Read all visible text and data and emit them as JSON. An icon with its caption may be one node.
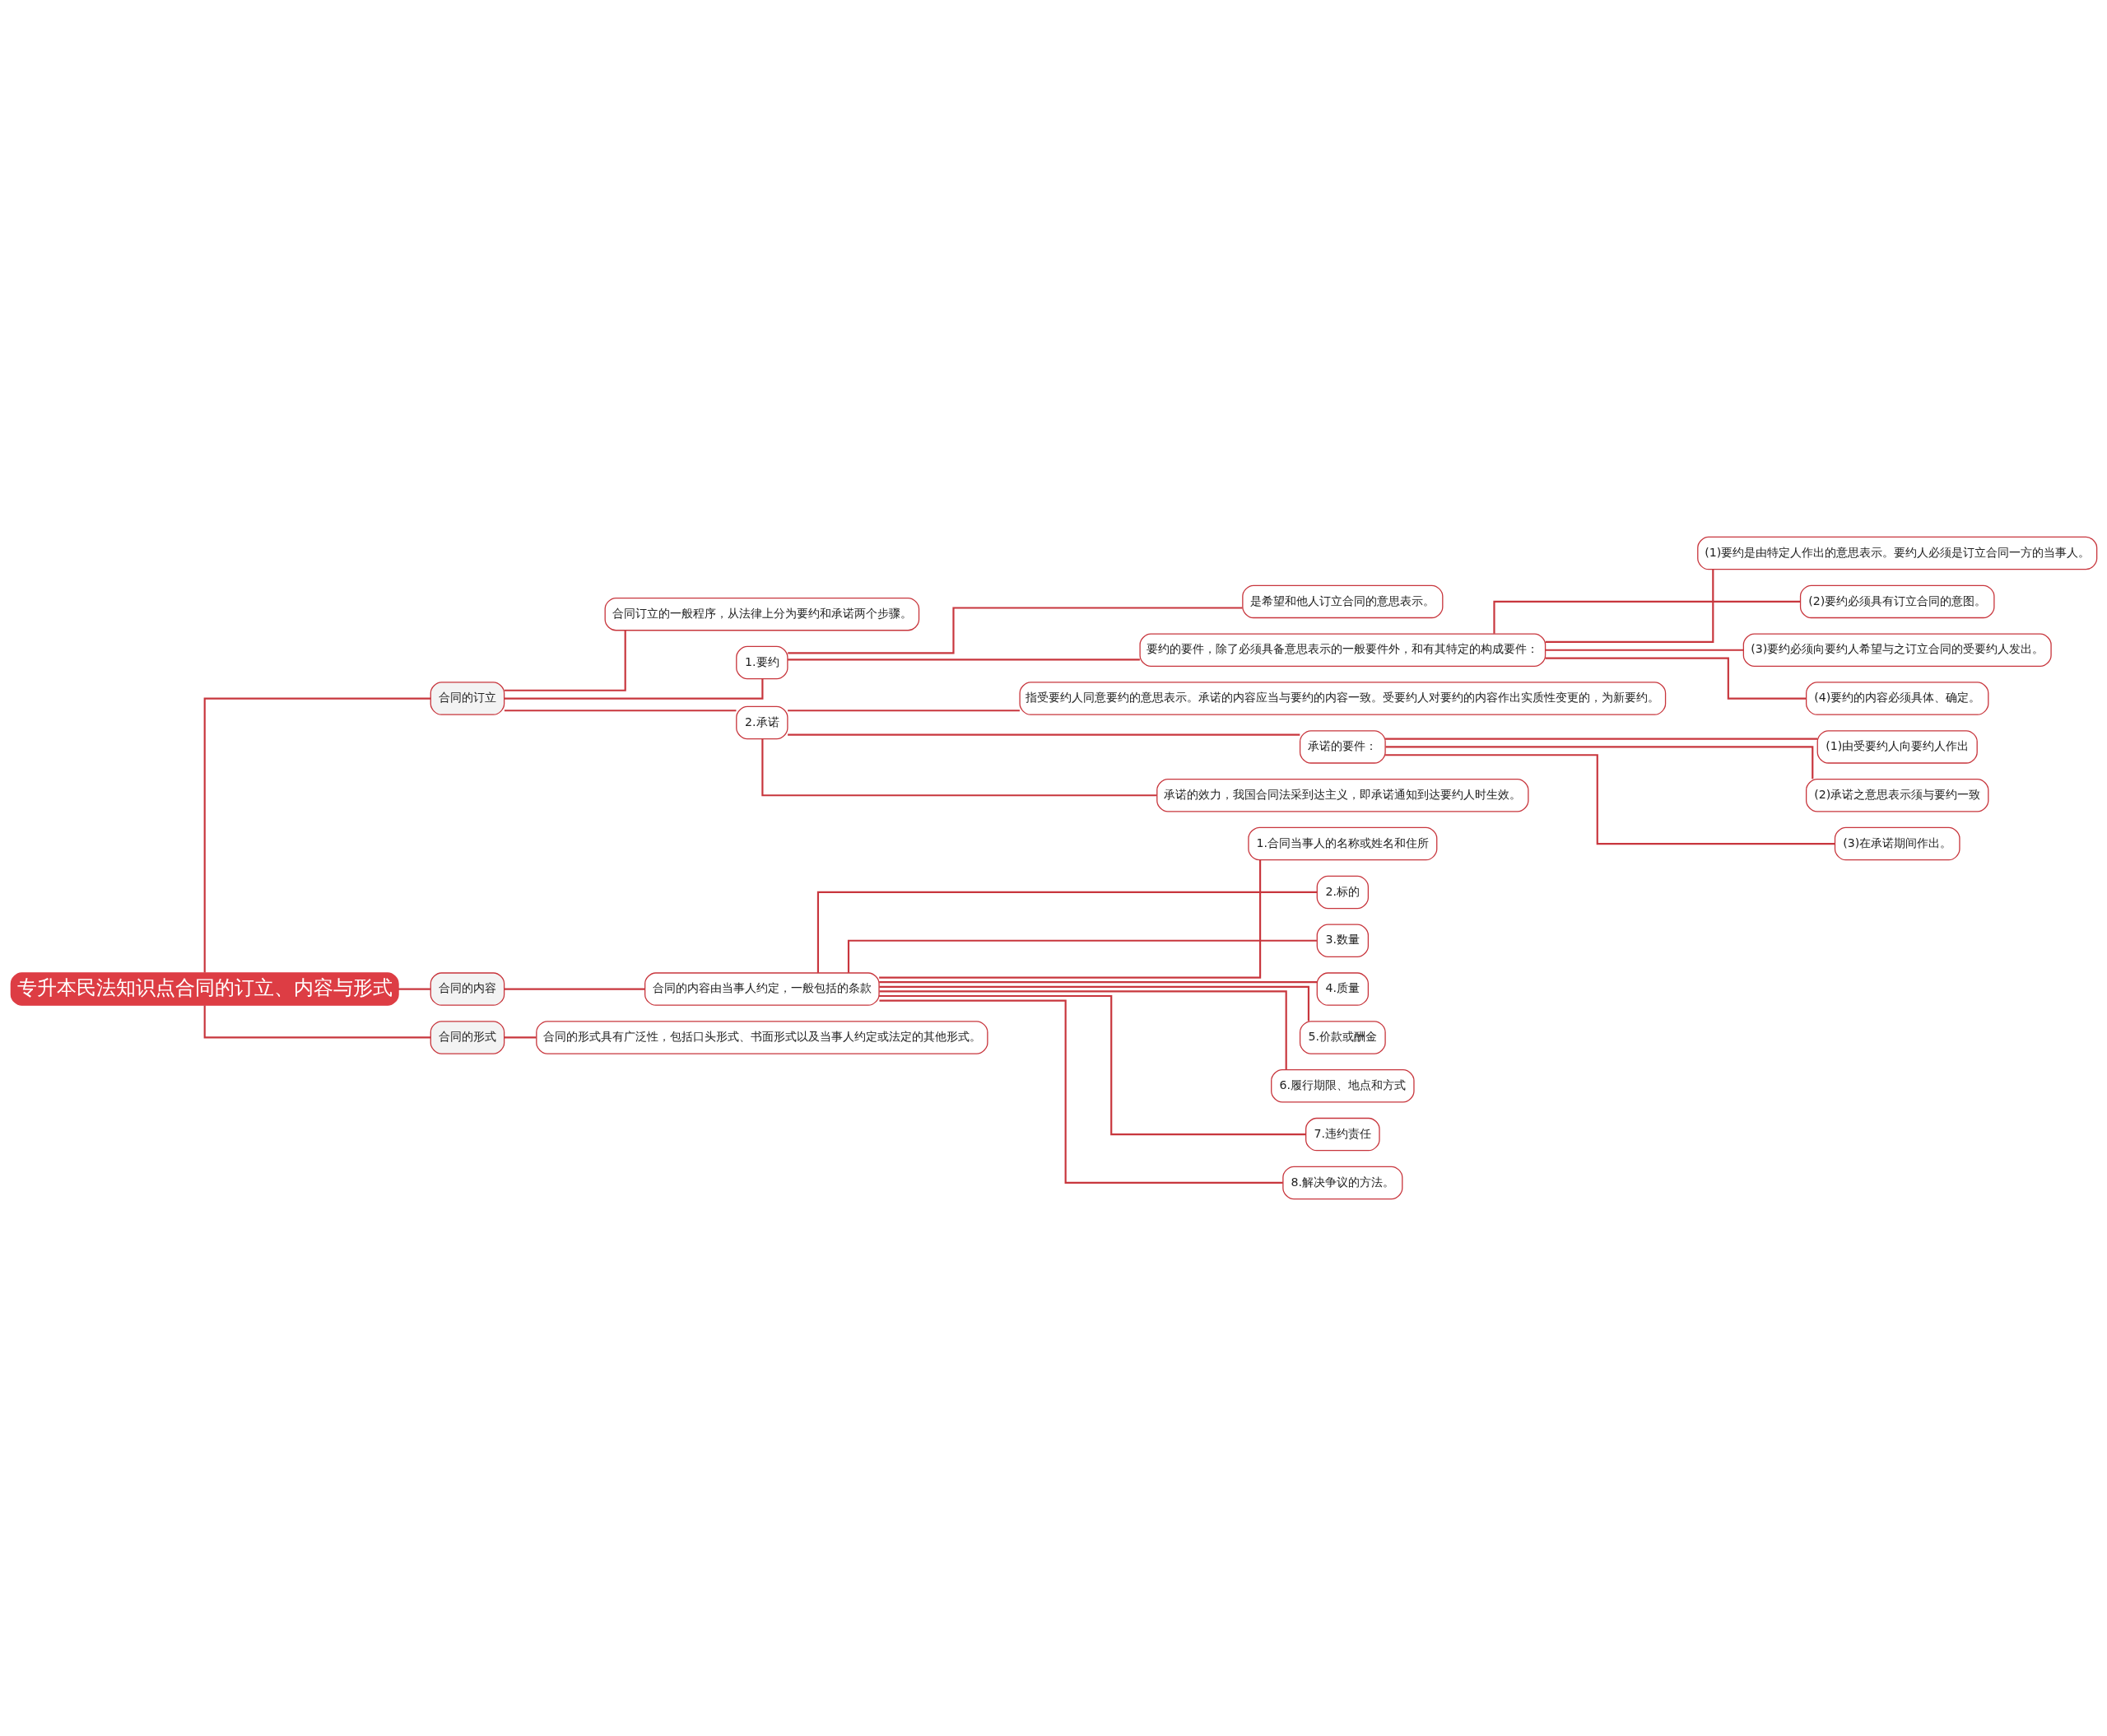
{
  "diagram": {
    "nodes": [
      {
        "text": [
          "专升本民法知识点合同的订立、内容与形式"
        ]
      },
      {
        "text": [
          "合同的订立"
        ]
      },
      {
        "text": [
          "合同订立的一般程序，从法律上分为要约和承诺两个步骤。"
        ]
      },
      {
        "text": [
          "1.要约"
        ]
      },
      {
        "text": [
          "是希望和他人订立合同的意思表示。"
        ]
      },
      {
        "text": [
          "要约的要件，除了必须具备意思表示的一般要件外，和有其特定的构成要件："
        ]
      },
      {
        "text": [
          "(1)要约是由特定人作出的意思表示。要约人必须是订立合同一方的当事人。"
        ]
      },
      {
        "text": [
          "(2)要约必须具有订立合同的意图。"
        ]
      },
      {
        "text": [
          "(3)要约必须向要约人希望与之订立合同的受要约人发出。"
        ]
      },
      {
        "text": [
          "(4)要约的内容必须具体、确定。"
        ]
      },
      {
        "text": [
          "2.承诺"
        ]
      },
      {
        "text": [
          "指受要约人同意要约的意思表示。承诺的内容应当与要约的内容一致。受要约人对要约的内容作出实质性变更的，为新要约。"
        ]
      },
      {
        "text": [
          "承诺的要件："
        ]
      },
      {
        "text": [
          "(1)由受要约人向要约人作出"
        ]
      },
      {
        "text": [
          "(2)承诺之意思表示须与要约一致"
        ]
      },
      {
        "text": [
          "(3)在承诺期间作出。"
        ]
      },
      {
        "text": [
          "承诺的效力，我国合同法采到达主义，即承诺通知到达要约人时生效。"
        ]
      },
      {
        "text": [
          "合同的内容"
        ]
      },
      {
        "text": [
          "合同的内容由当事人约定，一般包括的条款"
        ]
      },
      {
        "text": [
          "1.合同当事人的名称或姓名和住所"
        ]
      },
      {
        "text": [
          "2.标的"
        ]
      },
      {
        "text": [
          "3.数量"
        ]
      },
      {
        "text": [
          "4.质量"
        ]
      },
      {
        "text": [
          "5.价款或酬金"
        ]
      },
      {
        "text": [
          "6.履行期限、地点和方式"
        ]
      },
      {
        "text": [
          "7.违约责任"
        ]
      },
      {
        "text": [
          "8.解决争议的方法。"
        ]
      },
      {
        "text": [
          "合同的形式"
        ]
      },
      {
        "text": [
          "合同的形式具有广泛性，包括口头形式、书面形式以及当事人约定或法定的其他形式。"
        ]
      }
    ],
    "edges": [
      {
        "from": 0,
        "to": 1,
        "arrow": "none"
      },
      {
        "from": 1,
        "to": 2,
        "arrow": "none"
      },
      {
        "from": 1,
        "to": 3,
        "arrow": "none"
      },
      {
        "from": 3,
        "to": 4,
        "arrow": "none"
      },
      {
        "from": 3,
        "to": 5,
        "arrow": "none"
      },
      {
        "from": 5,
        "to": 6,
        "arrow": "none"
      },
      {
        "from": 5,
        "to": 7,
        "arrow": "none"
      },
      {
        "from": 5,
        "to": 8,
        "arrow": "none"
      },
      {
        "from": 5,
        "to": 9,
        "arrow": "none"
      },
      {
        "from": 1,
        "to": 10,
        "arrow": "none"
      },
      {
        "from": 10,
        "to": 11,
        "arrow": "none"
      },
      {
        "from": 10,
        "to": 12,
        "arrow": "none"
      },
      {
        "from": 12,
        "to": 13,
        "arrow": "none"
      },
      {
        "from": 12,
        "to": 14,
        "arrow": "none"
      },
      {
        "from": 12,
        "to": 15,
        "arrow": "none"
      },
      {
        "from": 10,
        "to": 16,
        "arrow": "none"
      },
      {
        "from": 0,
        "to": 17,
        "arrow": "none"
      },
      {
        "from": 17,
        "to": 18,
        "arrow": "none"
      },
      {
        "from": 18,
        "to": 19,
        "arrow": "none"
      },
      {
        "from": 18,
        "to": 20,
        "arrow": "none"
      },
      {
        "from": 18,
        "to": 21,
        "arrow": "none"
      },
      {
        "from": 18,
        "to": 22,
        "arrow": "none"
      },
      {
        "from": 18,
        "to": 23,
        "arrow": "none"
      },
      {
        "from": 18,
        "to": 24,
        "arrow": "none"
      },
      {
        "from": 18,
        "to": 25,
        "arrow": "none"
      },
      {
        "from": 18,
        "to": 26,
        "arrow": "none"
      },
      {
        "from": 0,
        "to": 27,
        "arrow": "none"
      },
      {
        "from": 27,
        "to": 28,
        "arrow": "none"
      }
    ]
  }
}
